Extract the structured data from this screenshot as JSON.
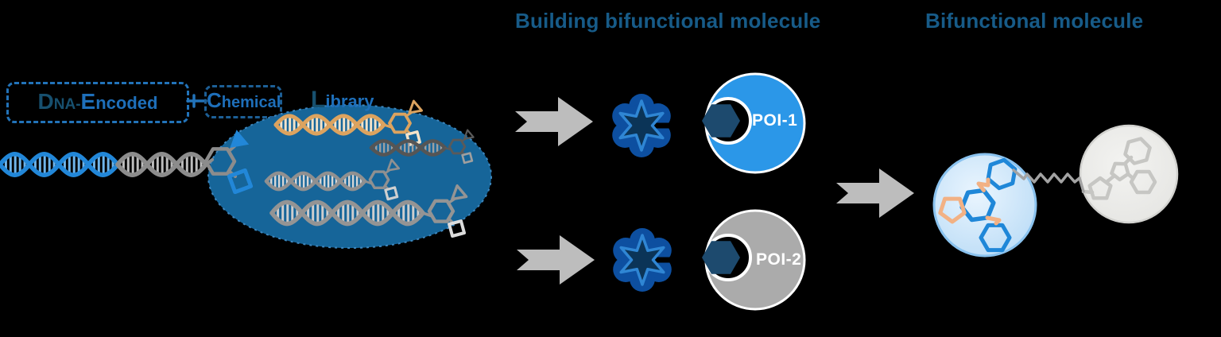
{
  "headings": {
    "building": "Building bifunctional molecule",
    "bifunctional": "Bifunctional molecule"
  },
  "del": {
    "d": "D",
    "na": "NA",
    "dash": "-",
    "e": "E",
    "ncoded": "ncoded"
  },
  "chem": {
    "c": "C",
    "rest": "hemical"
  },
  "lib": {
    "l": "L",
    "rest": "ibrary"
  },
  "poi": {
    "poi1": "POI-1",
    "poi2": "POI-2"
  },
  "colors": {
    "background": "#000000",
    "heading": "#175b88",
    "label_blue": "#1e6fba",
    "label_dark": "#17506f",
    "box_border": "#2273b9",
    "chem_border": "#1d5f96",
    "ellipse": "#17699e",
    "ellipse_rim": "#3f8cc6",
    "dna_blue": "#2287d8",
    "dna_blue_rung": "#6fb4e9",
    "dna_gray": "#8c8c8c",
    "dna_gray_rung": "#bdbdbd",
    "dna_orange": "#dca35f",
    "dna_orange_rung": "#f3e3c9",
    "dna_dark": "#555555",
    "dna_dark_rung": "#9f9f9f",
    "dna_mid": "#909090",
    "dna_mid_rung": "#d6d6d6",
    "arrow": "#bdbdbd",
    "flower": "#0d4fa0",
    "star_fill": "#0b3457",
    "star_stroke": "#2f86d4",
    "poi1_fill": "#2b97e8",
    "poi2_fill": "#ababab",
    "hexagon_ligand": "#1d4a6e",
    "poi_text": "#ffffff",
    "cell_blue_stroke": "#8ac2ee",
    "cell_gray_stroke": "#d2d2cf",
    "mol_blue": "#1f87d8",
    "mol_orange": "#f2b184",
    "mol_gray": "#c6c6c3",
    "linker_gray": "#a3a3a3",
    "white": "#ffffff"
  }
}
